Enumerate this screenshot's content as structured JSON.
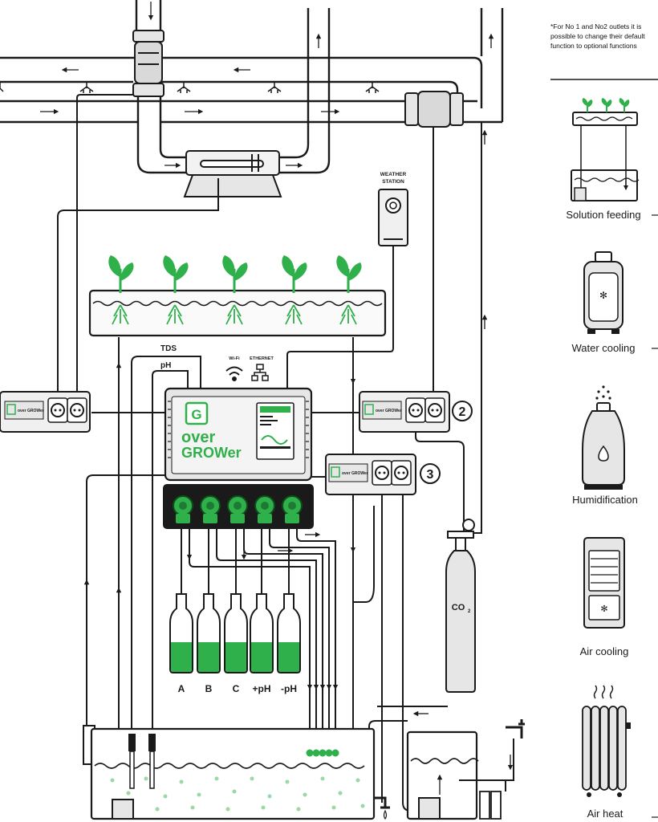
{
  "footnote": {
    "lines": [
      "*For No 1 and No2 outlets it is",
      "possible to change their default",
      "function to optional functions"
    ]
  },
  "controller": {
    "brand_line1": "over",
    "brand_line2": "GROWer",
    "logo_text": "G",
    "sensors": {
      "tds": "TDS",
      "ph": "pH"
    },
    "connectivity": {
      "wifi": "Wi-Fi",
      "ethernet": "ETHERNET"
    }
  },
  "weather_station": {
    "line1": "WEATHER",
    "line2": "STATION"
  },
  "outlets": {
    "brand_small": "over GROWer",
    "labels": [
      "2",
      "3"
    ]
  },
  "bottles": [
    "A",
    "B",
    "C",
    "+pH",
    "-pH"
  ],
  "co2_label": "CO",
  "co2_subscript": "2",
  "functions": [
    {
      "label": "Solution feeding",
      "icon": "solution-feeding-icon"
    },
    {
      "label": "Water cooling",
      "icon": "water-cooling-icon"
    },
    {
      "label": "Humidification",
      "icon": "humidifier-icon"
    },
    {
      "label": "Air cooling",
      "icon": "air-cooler-icon"
    },
    {
      "label": "Air heat",
      "icon": "radiator-icon"
    }
  ],
  "colors": {
    "accent_green": "#2fb04a",
    "line": "#1a1a1a",
    "panel_grey": "#e6e6e6"
  }
}
